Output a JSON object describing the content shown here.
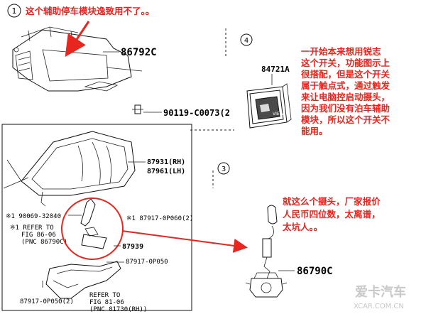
{
  "annotations": {
    "module_note": "这个辅助停车模块逸致用不了。。",
    "switch_note": [
      "一开始本来想用锐志",
      "这个开关，功能图示上",
      "很搭配，但是这个开关",
      "属于触点式，通过触发",
      "来让电脑控启动摄头，",
      "因为我们没有泊车辅助",
      "模块，所以这个开关不",
      "能用。"
    ],
    "camera_note": [
      "就这么个摄头，厂家报价",
      "人民币四位数，太离谱，",
      "太坑人。。"
    ]
  },
  "callouts": {
    "c1": "1",
    "c4": "4",
    "c3": "3"
  },
  "parts": {
    "module": "86792C",
    "bolt": "90119-C0073(2",
    "switch": "84721A",
    "switch_label": "VIEW",
    "mirror_1": "87931(RH)",
    "mirror_2": "87961(LH)",
    "screw_1": "※1 90069-32040",
    "screw_2": "※1 87917-0P060(2)",
    "refer_1a": "※1 REFER TO",
    "refer_1b": "FIG 86-06",
    "refer_1c": "(PNC 86790C)",
    "cover": "87939",
    "clip": "87917-0P050",
    "clip2": "87917-0P050(2)",
    "refer_2a": "REFER TO",
    "refer_2b": "FIG 81-06",
    "refer_2c": "(PNC 81730(RH))",
    "camera": "86790C"
  },
  "watermark": {
    "main": "爱卡汽车",
    "url": "XCAR.COM.CN"
  }
}
